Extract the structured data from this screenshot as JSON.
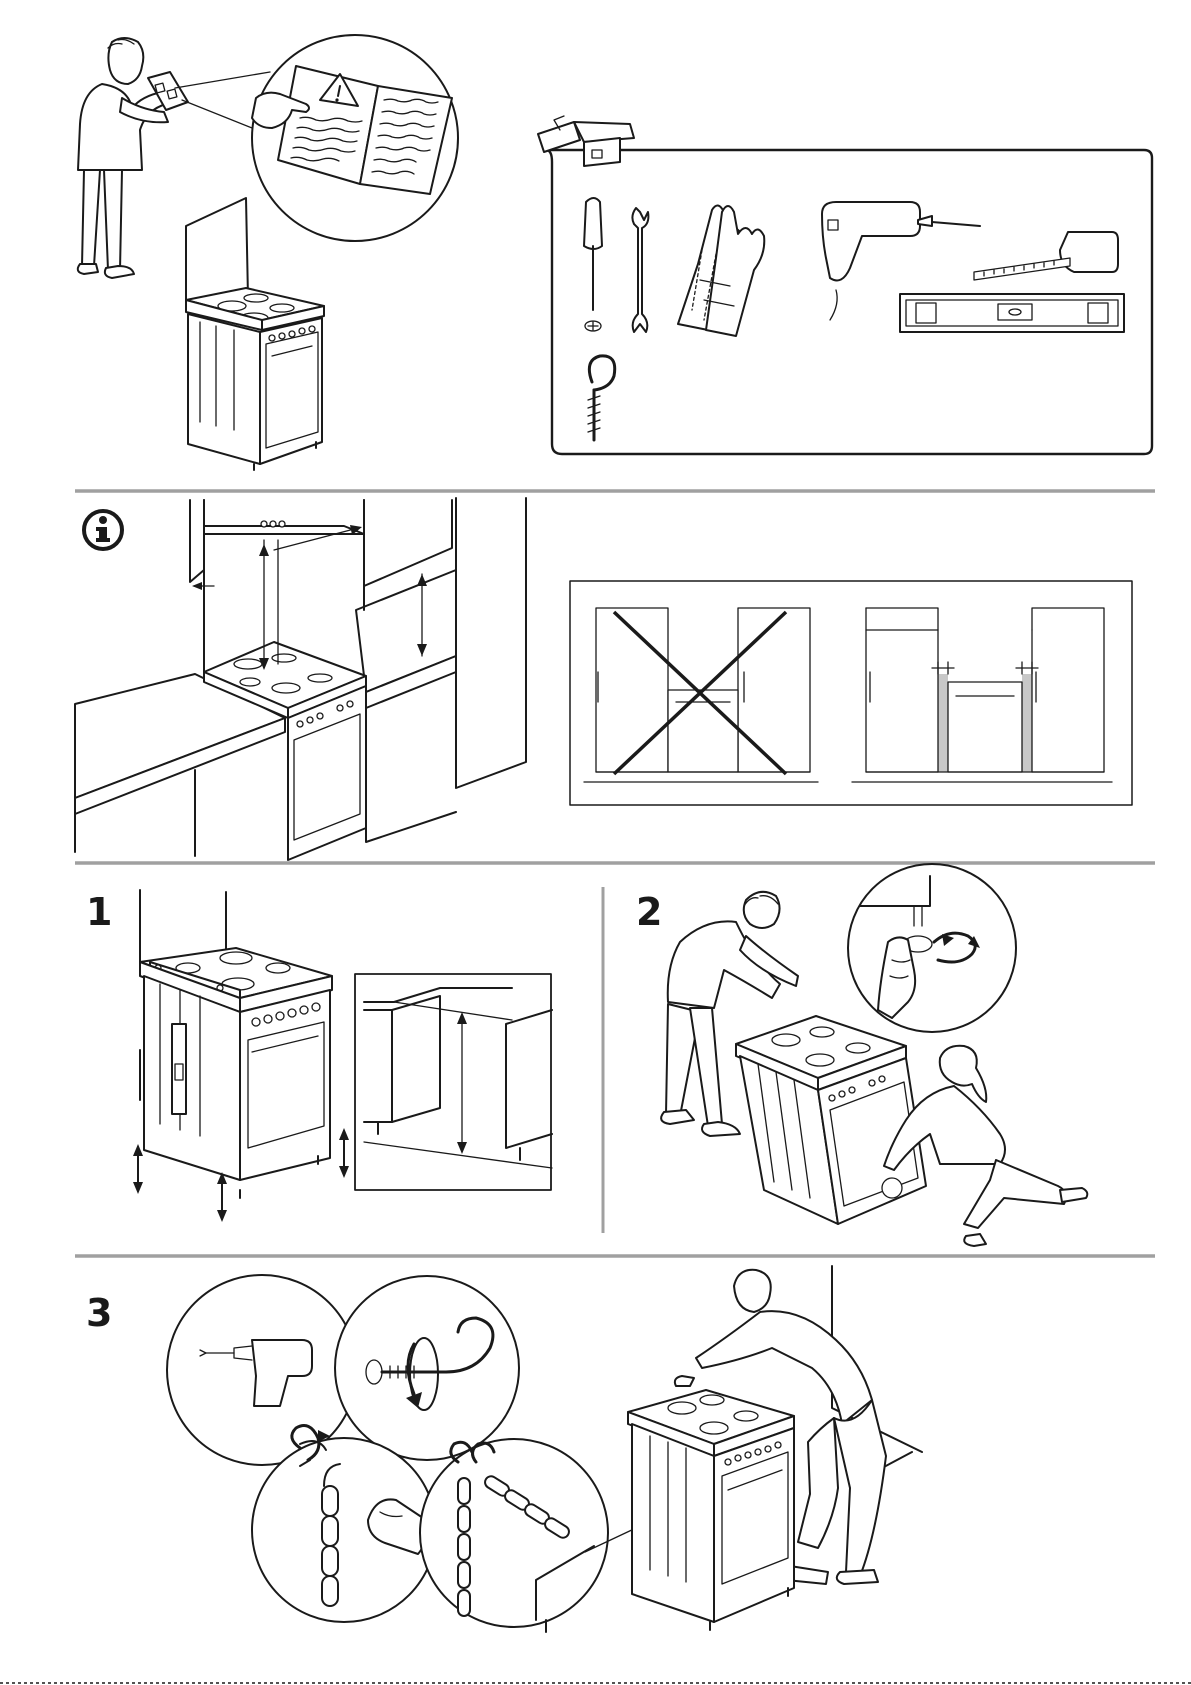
{
  "steps": {
    "step1": "1",
    "step2": "2",
    "step3": "3"
  },
  "colors": {
    "line": "#1a1a1a",
    "separator": "#a0a0a0",
    "clearance_fill": "#c8c8c8"
  },
  "icons": {
    "info": "info-circle-icon",
    "warning": "warning-triangle-icon",
    "toolbox": "toolbox-icon"
  },
  "tools": [
    "screwdriver",
    "wrench",
    "gloves",
    "drill",
    "tape-measure",
    "spirit-level",
    "screw-hook"
  ]
}
